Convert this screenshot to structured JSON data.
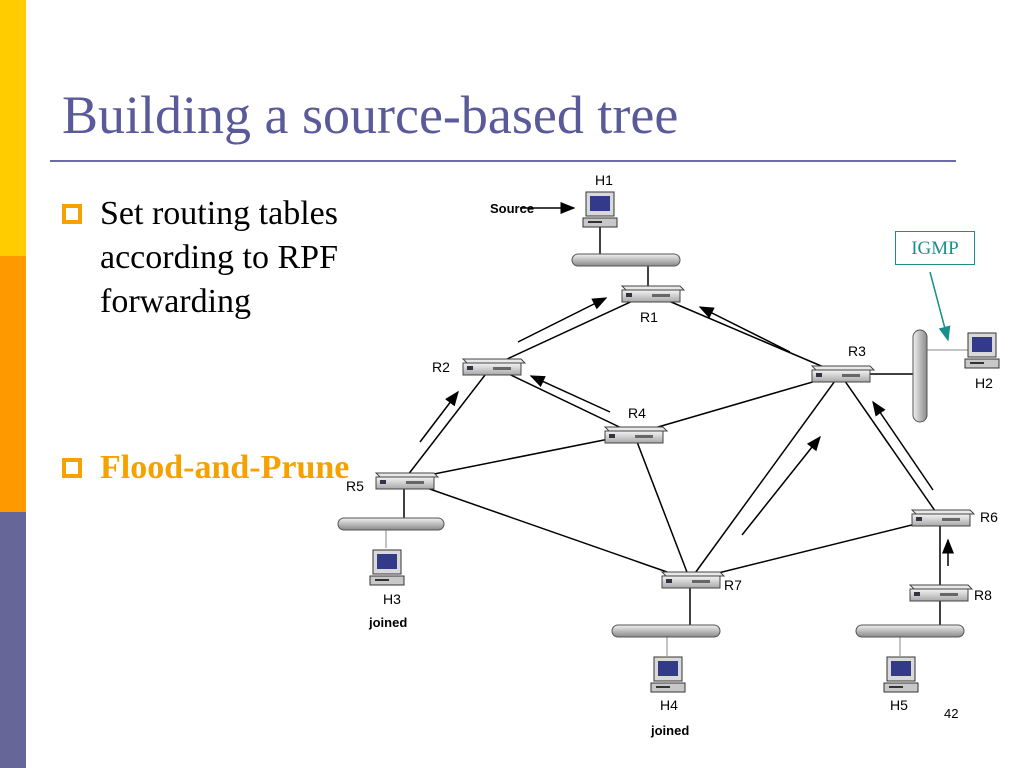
{
  "slide": {
    "title": "Building a source-based tree",
    "bullets": [
      {
        "text": "Set routing tables according to RPF forwarding"
      },
      {
        "text": "Flood-and-Prune"
      }
    ],
    "page_number": "42",
    "accent_colors": {
      "title": "#5a5a9a",
      "bullet_box": "#f5a200",
      "highlight": "#f5a200",
      "bar_top": "#ffcc00",
      "bar_mid": "#ff9900",
      "bar_bottom": "#666699",
      "igmp": "#1a8f8a"
    }
  },
  "diagram": {
    "routers": {
      "r1": "R1",
      "r2": "R2",
      "r3": "R3",
      "r4": "R4",
      "r5": "R5",
      "r6": "R6",
      "r7": "R7",
      "r8": "R8"
    },
    "hosts": {
      "h1": "H1",
      "h2": "H2",
      "h3": "H3",
      "h4": "H4",
      "h5": "H5"
    },
    "annotations": {
      "source": "Source",
      "joined_h3": "joined",
      "joined_h4": "joined",
      "igmp": "IGMP"
    }
  }
}
